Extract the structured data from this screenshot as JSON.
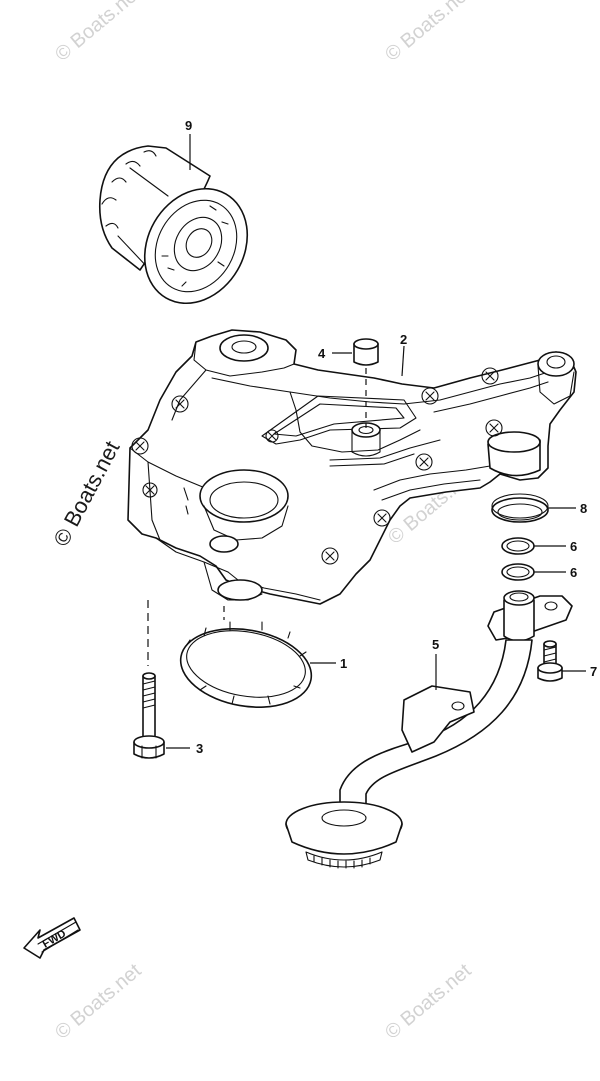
{
  "watermark": {
    "text": "© Boats.net",
    "text_dark": "© Boats.net"
  },
  "direction_arrow": {
    "label": "FWD"
  },
  "callouts": {
    "c1": "1",
    "c2": "2",
    "c3": "3",
    "c4": "4",
    "c5": "5",
    "c6a": "6",
    "c6b": "6",
    "c7": "7",
    "c8": "8",
    "c9": "9"
  }
}
